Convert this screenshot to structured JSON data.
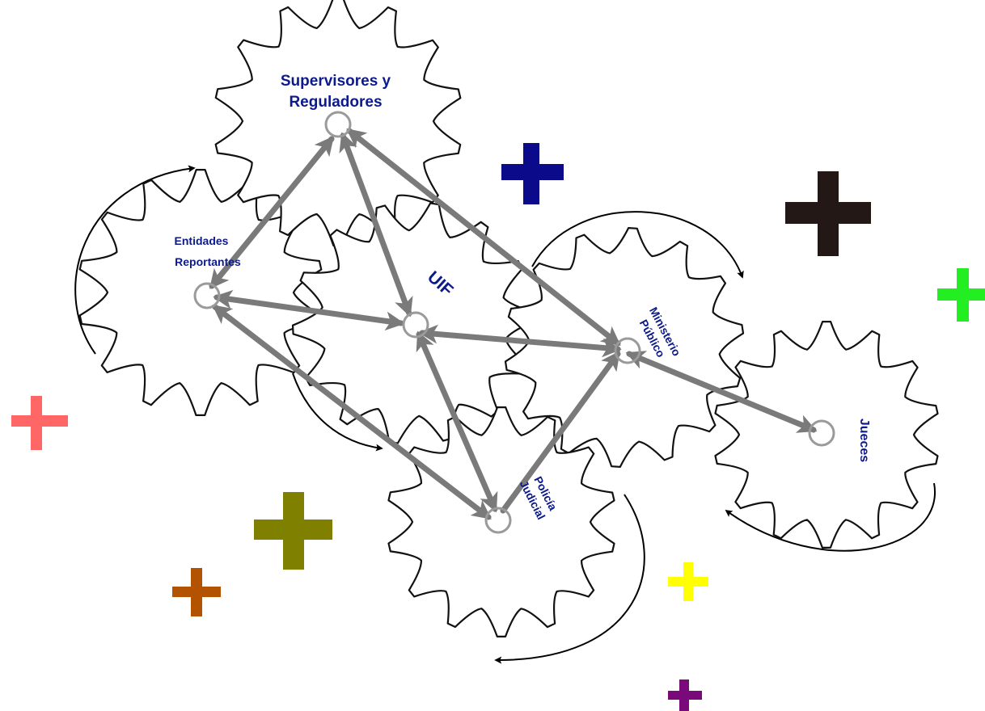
{
  "nodes": {
    "supervisores": {
      "line1": "Supervisores y",
      "line2": "Reguladores"
    },
    "entidades": {
      "line1": "Entidades",
      "line2": "Reportantes"
    },
    "uif": {
      "label": "UIF"
    },
    "ministerio": {
      "line1": "Ministerio",
      "line2": "Público"
    },
    "policia": {
      "line1": "Policía",
      "line2": "Judicial"
    },
    "jueces": {
      "label": "Jueces"
    }
  },
  "plus_colors": {
    "navy": "#0a0a8a",
    "black": "#231816",
    "green": "#22ee22",
    "salmon": "#ff6666",
    "olive": "#7f7f00",
    "brown": "#b35300",
    "yellow": "#ffff00",
    "purple": "#7a0a7a"
  },
  "colors": {
    "label": "#0d1a8c",
    "arrow": "#7a7a7a",
    "hub": "#9a9a9a"
  }
}
